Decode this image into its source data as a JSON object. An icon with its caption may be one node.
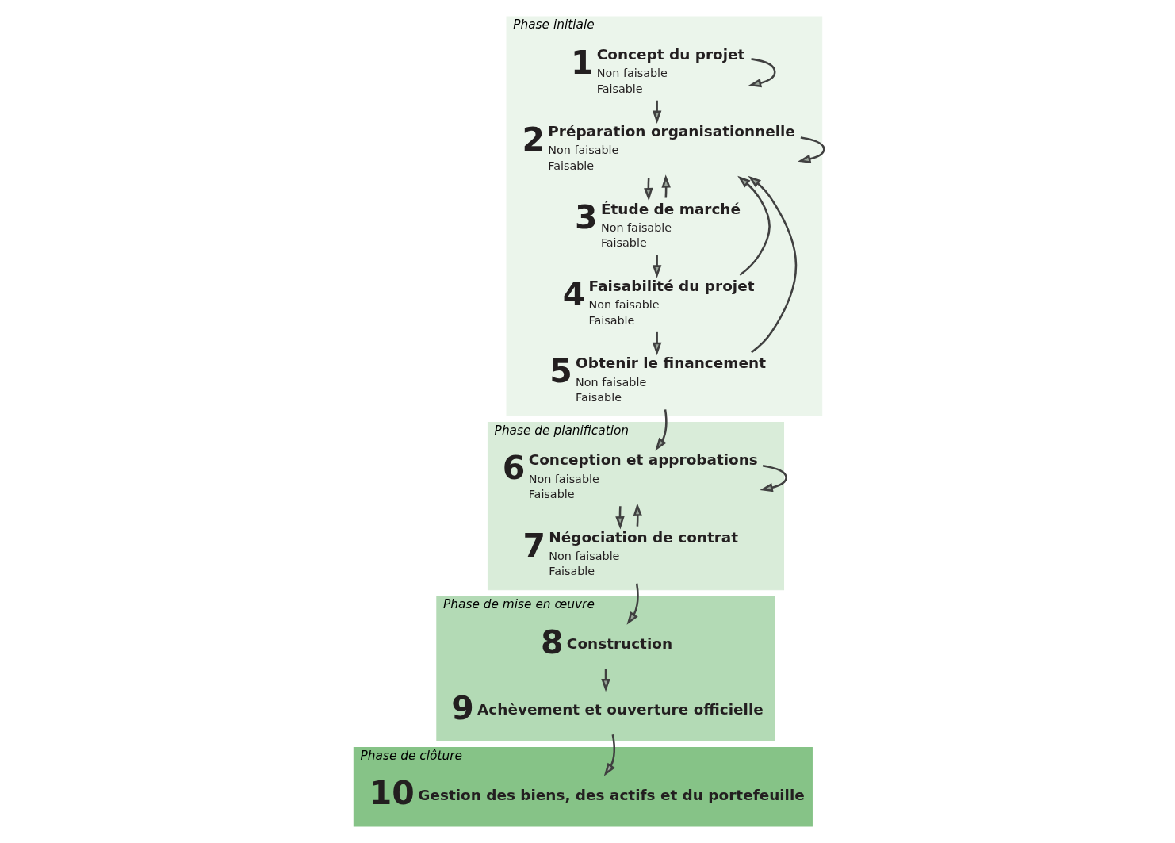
{
  "diagram": {
    "nodes": [
      {
        "text": [
          "Phase initiale"
        ]
      },
      {
        "text": [
          "1",
          "Concept du projet",
          "Non faisable",
          "Faisable"
        ],
        "in": 0
      },
      {
        "text": [
          "2",
          "Préparation organisationnelle",
          "Non faisable",
          "Faisable"
        ],
        "in": 0
      },
      {
        "text": [
          "3",
          "Étude de marché",
          "Non faisable",
          "Faisable"
        ],
        "in": 0
      },
      {
        "text": [
          "4",
          "Faisabilité du projet",
          "Non faisable",
          "Faisable"
        ],
        "in": 0
      },
      {
        "text": [
          "5",
          "Obtenir le financement",
          "Non faisable",
          "Faisable"
        ],
        "in": 0
      },
      {
        "text": [
          "Phase de planification"
        ]
      },
      {
        "text": [
          "6",
          "Conception et approbations",
          "Non faisable",
          "Faisable"
        ],
        "in": 6
      },
      {
        "text": [
          "7",
          "Négociation de contrat",
          "Non faisable",
          "Faisable"
        ],
        "in": 6
      },
      {
        "text": [
          "Phase de mise en œuvre"
        ]
      },
      {
        "text": [
          "8",
          "Construction"
        ],
        "in": 9
      },
      {
        "text": [
          "9",
          "Achèvement et ouverture officielle"
        ],
        "in": 9
      },
      {
        "text": [
          "Phase de clôture"
        ]
      },
      {
        "text": [
          "10",
          "Gestion des biens, des actifs et du portefeuille"
        ],
        "in": 12
      }
    ],
    "edges": [
      {
        "from": 1,
        "to": 1,
        "arrow": "to"
      },
      {
        "from": 1,
        "to": 2,
        "arrow": "to"
      },
      {
        "from": 2,
        "to": 3,
        "arrow": "to"
      },
      {
        "from": 3,
        "to": 4,
        "arrow": "to"
      },
      {
        "from": 4,
        "to": 5,
        "arrow": "to"
      },
      {
        "from": 2,
        "to": 2,
        "arrow": "to"
      },
      {
        "from": 3,
        "to": 2,
        "arrow": "to"
      },
      {
        "from": 4,
        "to": 2,
        "arrow": "to"
      },
      {
        "from": 5,
        "to": 2,
        "arrow": "to"
      },
      {
        "from": 5,
        "to": 7,
        "arrow": "to"
      },
      {
        "from": 7,
        "to": 8,
        "arrow": "to"
      },
      {
        "from": 7,
        "to": 7,
        "arrow": "to"
      },
      {
        "from": 8,
        "to": 7,
        "arrow": "to"
      },
      {
        "from": 8,
        "to": 10,
        "arrow": "to"
      },
      {
        "from": 10,
        "to": 11,
        "arrow": "to"
      },
      {
        "from": 11,
        "to": 13,
        "arrow": "to"
      }
    ]
  }
}
